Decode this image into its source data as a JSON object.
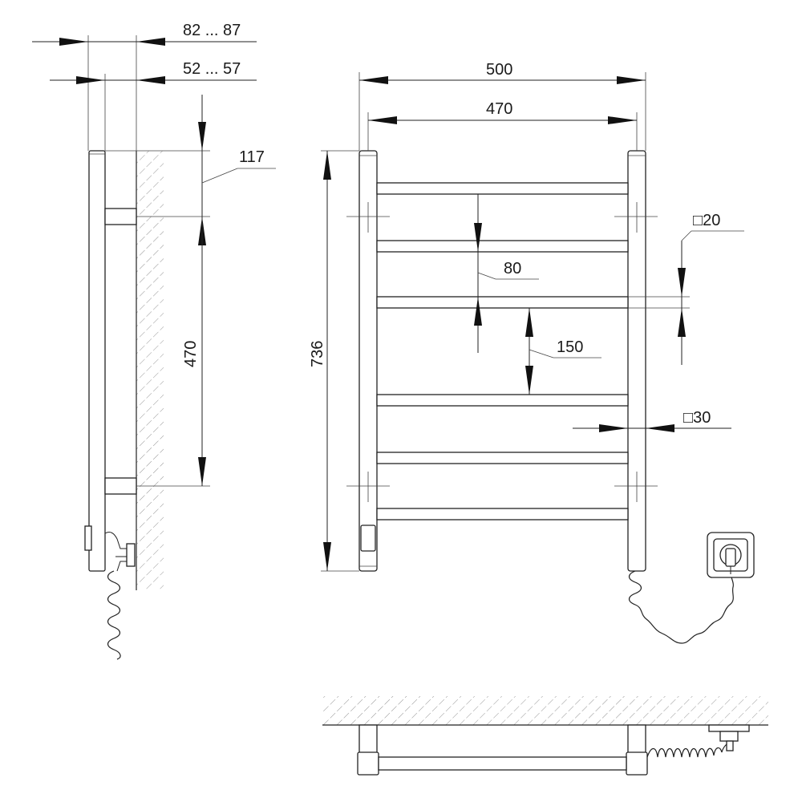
{
  "side_view": {
    "depth_outer_label": "82 ... 87",
    "depth_inner_label": "52 ... 57",
    "top_offset_label": "117",
    "mount_spacing_label": "470"
  },
  "front_view": {
    "overall_width_label": "500",
    "mount_width_label": "470",
    "height_label": "736",
    "bar_section_label": "□20",
    "bar_gap_small_label": "80",
    "bar_gap_large_label": "150",
    "rail_section_label": "□30"
  },
  "colors": {
    "line": "#222222",
    "hatch": "#666666",
    "background": "#ffffff"
  }
}
